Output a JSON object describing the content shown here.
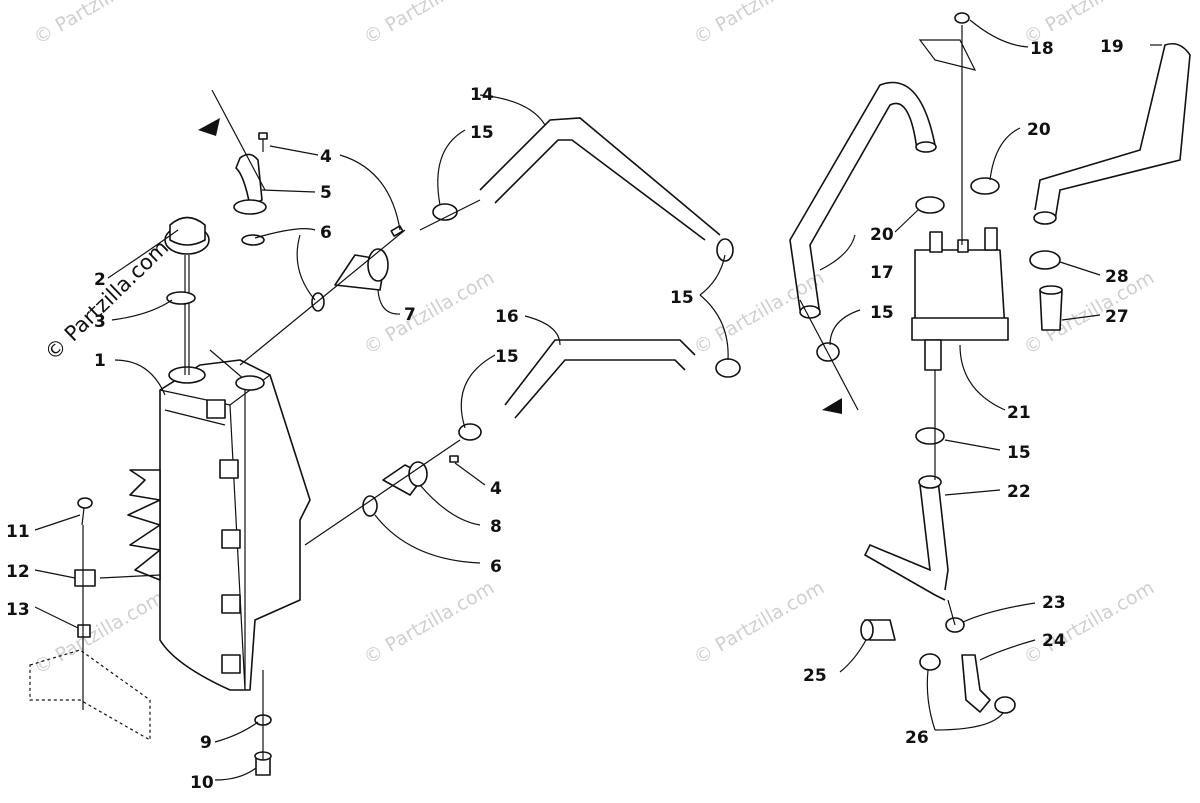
{
  "watermarks": {
    "main": "© Partzilla.com",
    "faint": "© Partzilla.com"
  },
  "callouts": {
    "c1": "1",
    "c2": "2",
    "c3": "3",
    "c4a": "4",
    "c4b": "4",
    "c5": "5",
    "c6a": "6",
    "c6b": "6",
    "c7": "7",
    "c8": "8",
    "c9": "9",
    "c10": "10",
    "c11": "11",
    "c12": "12",
    "c13": "13",
    "c14": "14",
    "c15a": "15",
    "c15b": "15",
    "c15c": "15",
    "c15d": "15",
    "c15e": "15",
    "c16": "16",
    "c17": "17",
    "c18": "18",
    "c19": "19",
    "c20a": "20",
    "c20b": "20",
    "c21": "21",
    "c22": "22",
    "c23": "23",
    "c24": "24",
    "c25": "25",
    "c26": "26",
    "c27": "27",
    "c28": "28"
  },
  "colors": {
    "line": "#111111",
    "watermark": "#d0d0d0",
    "background": "#ffffff"
  }
}
